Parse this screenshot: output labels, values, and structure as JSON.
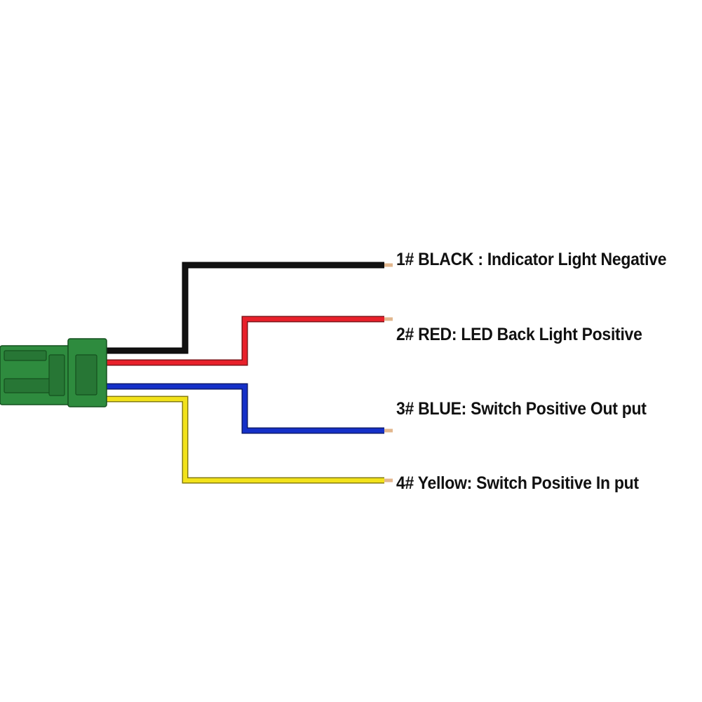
{
  "wires": [
    {
      "label": "1# BLACK : Indicator Light Negative",
      "color": "#111111"
    },
    {
      "label": "2# RED: LED Back Light Positive",
      "color": "#e8202a"
    },
    {
      "label": "3# BLUE: Switch Positive Out put",
      "color": "#1530c8"
    },
    {
      "label": "4# Yellow: Switch Positive In put",
      "color": "#f2e21a"
    }
  ],
  "connector": {
    "color": "#2e8b3e",
    "outline_color": "#14501e"
  },
  "wire_tip_color": "#e2b78e"
}
